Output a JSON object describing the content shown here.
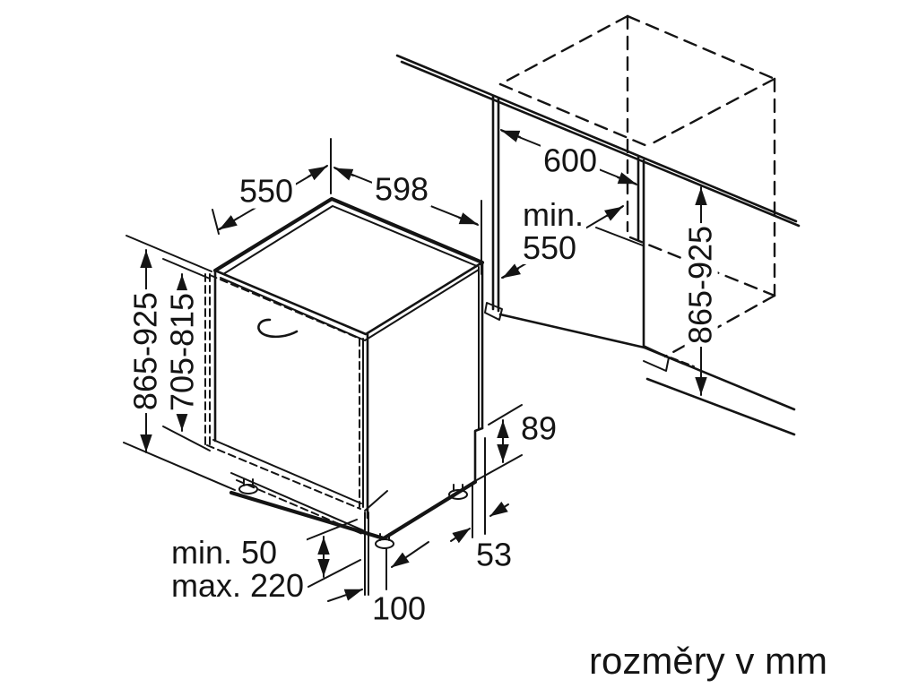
{
  "caption": "rozměry v mm",
  "dimensions": {
    "top_depth": "550",
    "top_width": "598",
    "overall_height": "865-925",
    "front_panel_height": "705-815",
    "niche_width": "600",
    "niche_depth": "min.\n550",
    "niche_height": "865-925",
    "rear_step_height": "89",
    "rear_foot_offset": "53",
    "front_foot_offset": "100",
    "plinth_clearance": "min. 50\nmax. 220"
  },
  "colors": {
    "line": "#141414",
    "background": "#ffffff"
  }
}
